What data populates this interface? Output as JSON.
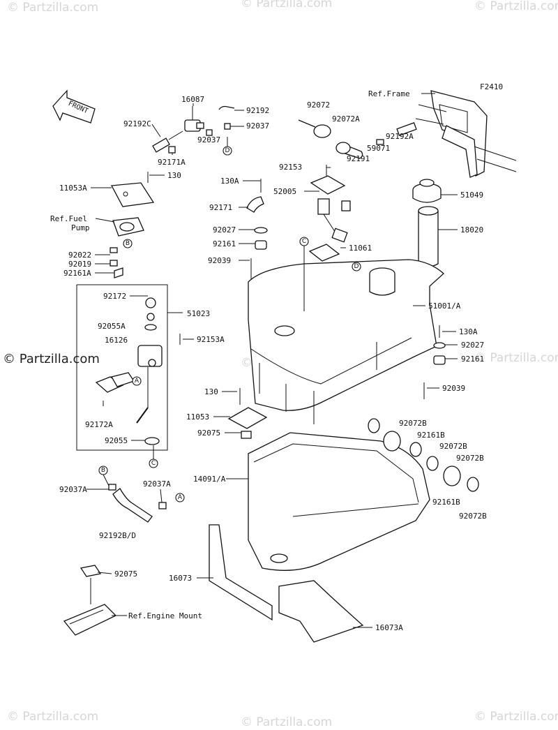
{
  "figure_code": "F2410",
  "front_arrow": "FRONT",
  "watermarks": {
    "main": "© Partzilla.com",
    "faint": "© Partzilla.com"
  },
  "labels": [
    {
      "id": "16087",
      "text": "16087"
    },
    {
      "id": "92192",
      "text": "92192"
    },
    {
      "id": "92192C",
      "text": "92192C"
    },
    {
      "id": "92037",
      "text": "92037"
    },
    {
      "id": "92037b",
      "text": "92037"
    },
    {
      "id": "92171A",
      "text": "92171A"
    },
    {
      "id": "92072",
      "text": "92072"
    },
    {
      "id": "92072A",
      "text": "92072A"
    },
    {
      "id": "ref_frame",
      "text": "Ref.Frame"
    },
    {
      "id": "92192A",
      "text": "92192A"
    },
    {
      "id": "59071",
      "text": "59071"
    },
    {
      "id": "92191",
      "text": "92191"
    },
    {
      "id": "92153",
      "text": "92153"
    },
    {
      "id": "130_top",
      "text": "130"
    },
    {
      "id": "11053A",
      "text": "11053A"
    },
    {
      "id": "130A_top",
      "text": "130A"
    },
    {
      "id": "52005",
      "text": "52005"
    },
    {
      "id": "51049",
      "text": "51049"
    },
    {
      "id": "ref_fuel",
      "text": "Ref.Fuel"
    },
    {
      "id": "pump",
      "text": "Pump"
    },
    {
      "id": "92171",
      "text": "92171"
    },
    {
      "id": "92027_top",
      "text": "92027"
    },
    {
      "id": "18020",
      "text": "18020"
    },
    {
      "id": "92161_top",
      "text": "92161"
    },
    {
      "id": "11061",
      "text": "11061"
    },
    {
      "id": "92022",
      "text": "92022"
    },
    {
      "id": "92019",
      "text": "92019"
    },
    {
      "id": "92161A",
      "text": "92161A"
    },
    {
      "id": "92039_top",
      "text": "92039"
    },
    {
      "id": "92172",
      "text": "92172"
    },
    {
      "id": "51023",
      "text": "51023"
    },
    {
      "id": "51001A",
      "text": "51001/A"
    },
    {
      "id": "92055A",
      "text": "92055A"
    },
    {
      "id": "130A_right",
      "text": "130A"
    },
    {
      "id": "16126",
      "text": "16126"
    },
    {
      "id": "92153A",
      "text": "92153A"
    },
    {
      "id": "92027_right",
      "text": "92027"
    },
    {
      "id": "92161_right",
      "text": "92161"
    },
    {
      "id": "92039_right",
      "text": "92039"
    },
    {
      "id": "130_mid",
      "text": "130"
    },
    {
      "id": "11053",
      "text": "11053"
    },
    {
      "id": "92172A",
      "text": "92172A"
    },
    {
      "id": "92072B_1",
      "text": "92072B"
    },
    {
      "id": "92075_mid",
      "text": "92075"
    },
    {
      "id": "92161B_1",
      "text": "92161B"
    },
    {
      "id": "92055",
      "text": "92055"
    },
    {
      "id": "92072B_2",
      "text": "92072B"
    },
    {
      "id": "92072B_3",
      "text": "92072B"
    },
    {
      "id": "14091A",
      "text": "14091/A"
    },
    {
      "id": "92037A_1",
      "text": "92037A"
    },
    {
      "id": "92037A_2",
      "text": "92037A"
    },
    {
      "id": "92161B_2",
      "text": "92161B"
    },
    {
      "id": "92072B_4",
      "text": "92072B"
    },
    {
      "id": "92192BD",
      "text": "92192B/D"
    },
    {
      "id": "92075_bot",
      "text": "92075"
    },
    {
      "id": "16073",
      "text": "16073"
    },
    {
      "id": "ref_engine",
      "text": "Ref.Engine Mount"
    },
    {
      "id": "16073A",
      "text": "16073A"
    }
  ],
  "callouts": {
    "A": "A",
    "B": "B",
    "C": "C",
    "D": "D"
  }
}
